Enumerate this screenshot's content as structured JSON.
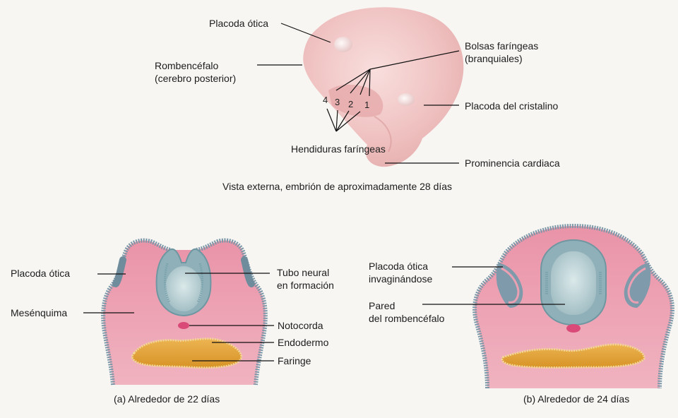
{
  "top": {
    "labels": {
      "placoda_otica": "Placoda ótica",
      "rombencefalo_1": "Rombencéfalo",
      "rombencefalo_2": "(cerebro posterior)",
      "bolsas_1": "Bolsas faríngeas",
      "bolsas_2": "(branquiales)",
      "placoda_cristalino": "Placoda del cristalino",
      "hendiduras": "Hendiduras faríngeas",
      "prominencia": "Prominencia cardiaca"
    },
    "arch_numbers": [
      "4",
      "3",
      "2",
      "1"
    ],
    "caption": "Vista externa, embrión de aproximadamente 28 días"
  },
  "panel_a": {
    "labels": {
      "placoda_otica": "Placoda ótica",
      "mesenquima": "Mesénquima",
      "tubo_1": "Tubo neural",
      "tubo_2": "en formación",
      "notocorda": "Notocorda",
      "endodermo": "Endodermo",
      "faringe": "Faringe"
    },
    "caption": "(a) Alrededor de 22 días"
  },
  "panel_b": {
    "labels": {
      "placoda_1": "Placoda ótica",
      "placoda_2": "invaginándose",
      "pared_1": "Pared",
      "pared_2": "del rombencéfalo"
    },
    "caption": "(b) Alrededor de 24 días"
  },
  "colors": {
    "background": "#f7f6f3",
    "embryo_skin": "#f0c4c3",
    "mesenchyme": "#ec9cae",
    "ectoderm": "#7d98a8",
    "neural_tube": "#a9c3c7",
    "pharynx": "#e2a43a",
    "notochord": "#d94a78"
  }
}
